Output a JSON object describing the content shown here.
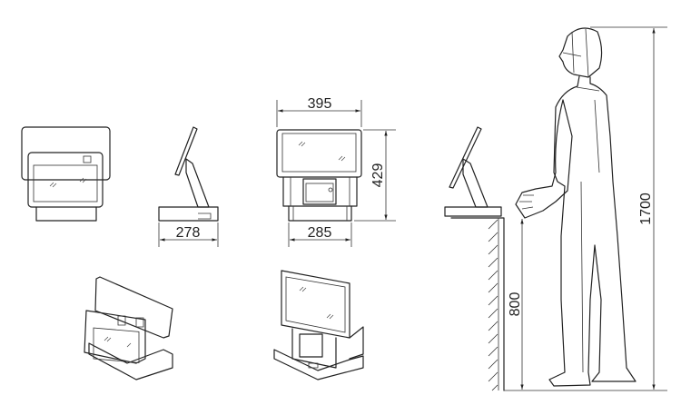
{
  "dimensions": {
    "top_width": "395",
    "height": "429",
    "side_depth": "278",
    "base_width": "285",
    "counter_height": "800",
    "person_height": "1700"
  },
  "colors": {
    "line": "#222222",
    "background": "#ffffff"
  }
}
